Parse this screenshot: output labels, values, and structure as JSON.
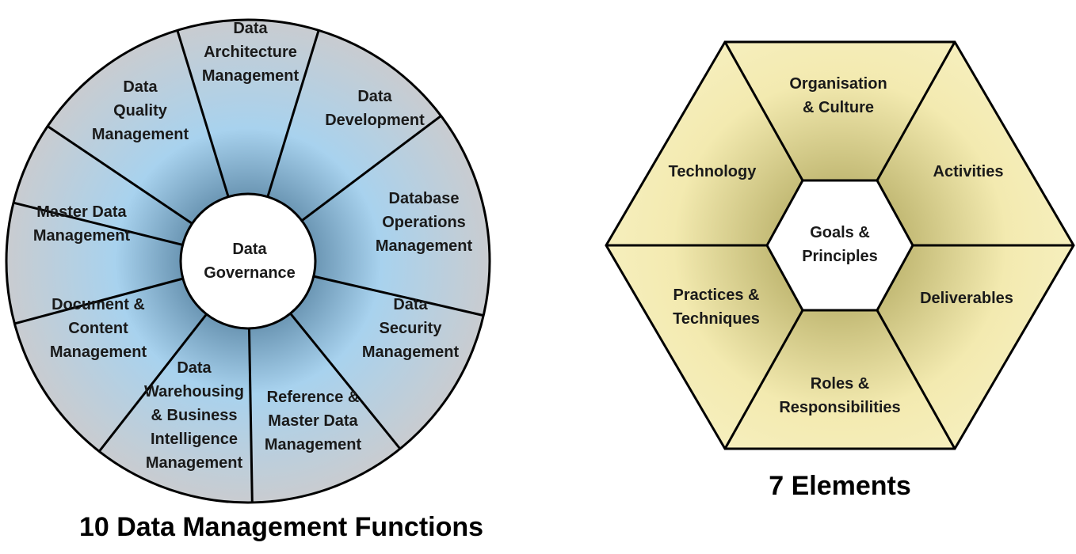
{
  "wheel": {
    "caption": "10 Data Management Functions",
    "center": [
      "Data",
      "Governance"
    ],
    "segments": [
      {
        "id": "data-architecture-management",
        "lines": [
          "Data",
          "Architecture",
          "Management"
        ]
      },
      {
        "id": "data-development",
        "lines": [
          "Data",
          "Development"
        ]
      },
      {
        "id": "database-operations-management",
        "lines": [
          "Database",
          "Operations",
          "Management"
        ]
      },
      {
        "id": "data-security-management",
        "lines": [
          "Data",
          "Security",
          "Management"
        ]
      },
      {
        "id": "reference-master-data-management",
        "lines": [
          "Reference &",
          "Master Data",
          "Management"
        ]
      },
      {
        "id": "data-warehousing-bi-management",
        "lines": [
          "Data",
          "Warehousing",
          "& Business",
          "Intelligence",
          "Management"
        ]
      },
      {
        "id": "document-content-management",
        "lines": [
          "Document &",
          "Content",
          "Management"
        ]
      },
      {
        "id": "master-data-management",
        "lines": [
          "Master Data",
          "Management"
        ]
      },
      {
        "id": "data-quality-management",
        "lines": [
          "Data",
          "Quality",
          "Management"
        ]
      }
    ],
    "colors": {
      "outer": "#c9ccd0",
      "inner": "#a8d2ee",
      "stroke": "#000000",
      "center_fill": "#ffffff"
    }
  },
  "hexagon": {
    "caption": "7 Elements",
    "center": [
      "Goals &",
      "Principles"
    ],
    "segments": [
      {
        "id": "organisation-culture",
        "lines": [
          "Organisation",
          "& Culture"
        ]
      },
      {
        "id": "activities",
        "lines": [
          "Activities"
        ]
      },
      {
        "id": "deliverables",
        "lines": [
          "Deliverables"
        ]
      },
      {
        "id": "roles-responsibilities",
        "lines": [
          "Roles &",
          "Responsibilities"
        ]
      },
      {
        "id": "practices-techniques",
        "lines": [
          "Practices &",
          "Techniques"
        ]
      },
      {
        "id": "technology",
        "lines": [
          "Technology"
        ]
      }
    ],
    "colors": {
      "outer": "#f3eab0",
      "inner": "#bdb46e",
      "stroke": "#000000",
      "center_fill": "#ffffff"
    }
  }
}
